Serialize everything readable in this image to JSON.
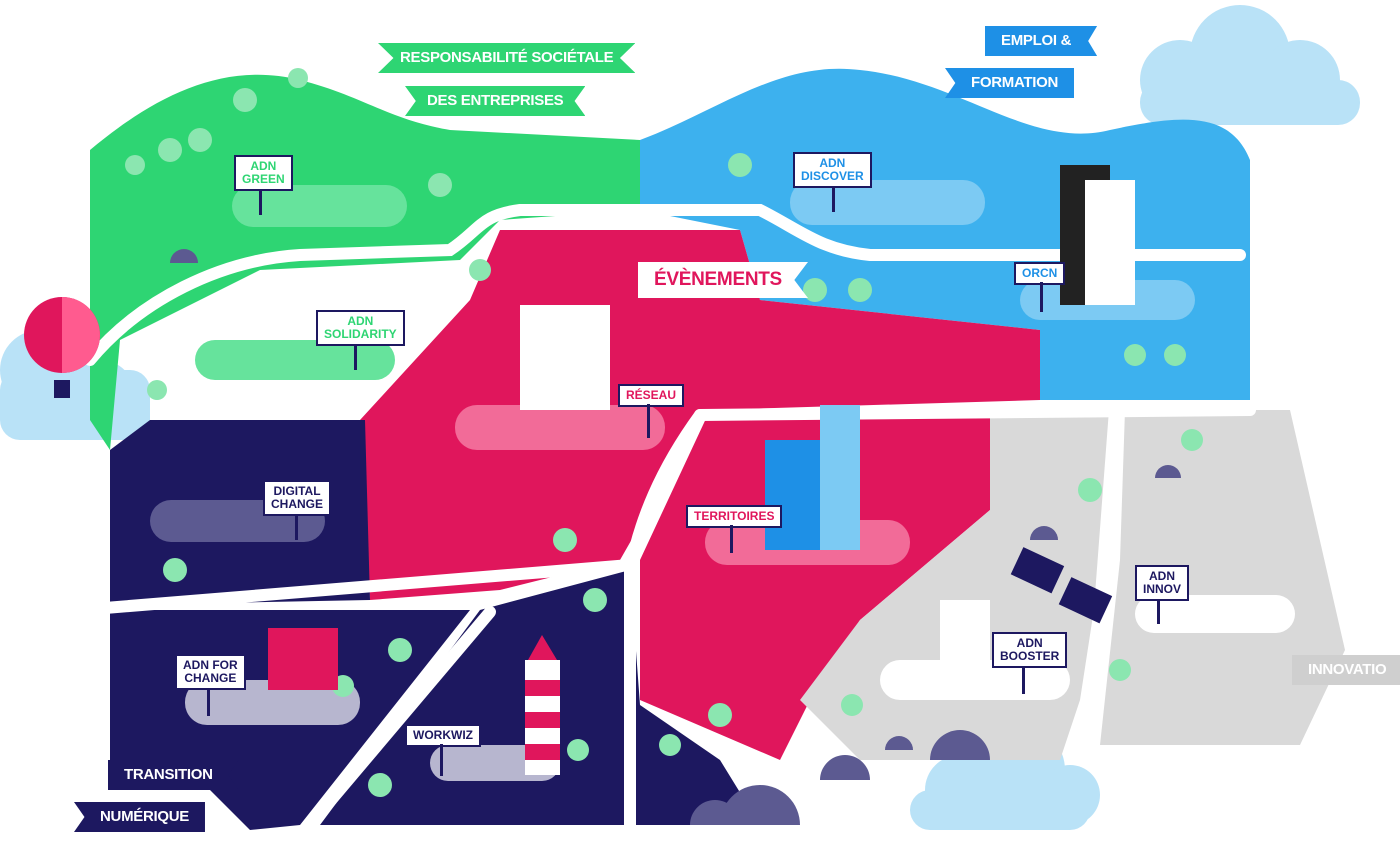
{
  "ribbons": {
    "rse_line1": "RESPONSABILITÉ SOCIÉTALE",
    "rse_line2": "DES ENTREPRISES",
    "emploi_line1": "EMPLOI &",
    "emploi_line2": "FORMATION",
    "evenements": "ÉVÈNEMENTS",
    "transition_line1": "TRANSITION",
    "transition_line2": "NUMÉRIQUE",
    "innovation": "INNOVATIO"
  },
  "signs": {
    "adn_green": "ADN\nGREEN",
    "adn_discover": "ADN\nDISCOVER",
    "orcn": "ORCN",
    "adn_solidarity": "ADN\nSOLIDARITY",
    "reseau": "RÉSEAU",
    "digital_change": "DIGITAL\nCHANGE",
    "territoires": "TERRITOIRES",
    "adn_innov": "ADN\nINNOV",
    "adn_booster": "ADN\nBOOSTER",
    "adn_for_change": "ADN FOR\nCHANGE",
    "workwiz": "WORKWIZ"
  },
  "colors": {
    "green": "#2ed573",
    "blue": "#3db1ee",
    "pink": "#e0165c",
    "navy": "#1d1860",
    "grey": "#d9d9d9",
    "cloud": "#b9e2f7"
  }
}
